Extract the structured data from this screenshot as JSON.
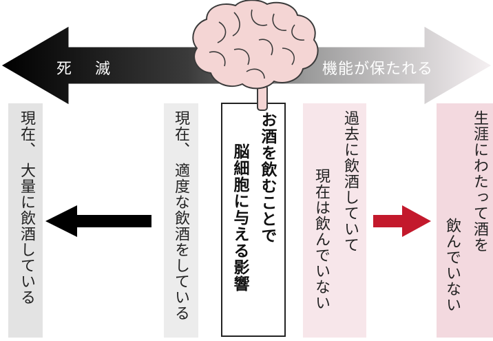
{
  "arrow": {
    "left_label": "死　滅",
    "right_label": "機能が保たれる",
    "left_color": "#000000",
    "right_color": "#f5f0f2"
  },
  "center_panel": {
    "line1": "お酒を飲むことで",
    "line2": "脳細胞に与える影響"
  },
  "panels": [
    {
      "key": "heavy",
      "bg": "#e3e3e3",
      "lines": [
        "現在、",
        "大量に飲酒している"
      ]
    },
    {
      "key": "moderate",
      "bg": "#ececec",
      "lines": [
        "現在、",
        "適度な飲酒をしている"
      ]
    },
    {
      "key": "past",
      "bg": "#f7e6ea",
      "lines": [
        "過去に飲酒していて",
        "現在は飲んでいない"
      ]
    },
    {
      "key": "never",
      "bg": "#f3d9df",
      "lines": [
        "生涯にわたって酒を",
        "飲んでいない"
      ]
    }
  ],
  "colors": {
    "black_arrow": "#000000",
    "red_arrow": "#c3192c",
    "brain_fill": "#f4d5d4",
    "brain_stroke": "#3a3a3a"
  },
  "icons": [
    "brain-icon",
    "arrow-left-icon",
    "arrow-right-icon"
  ]
}
